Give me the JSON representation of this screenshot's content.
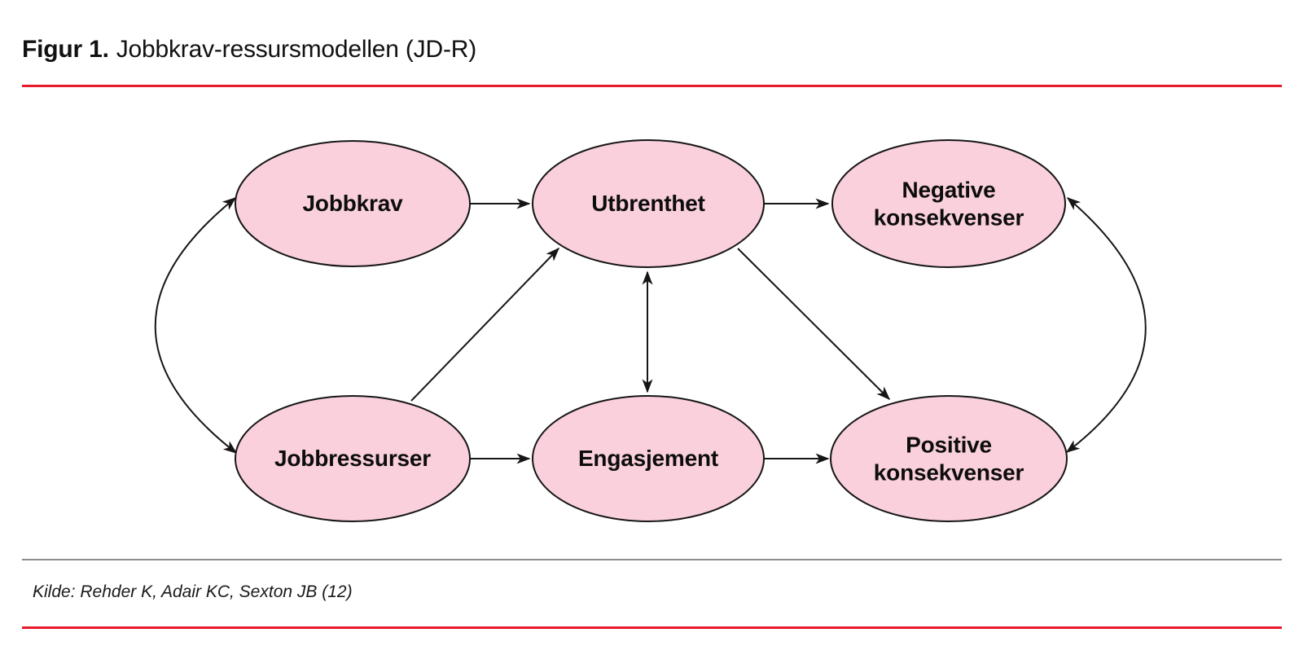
{
  "header": {
    "figure_label": "Figur 1.",
    "figure_title": "Jobbkrav-ressursmodellen (JD-R)"
  },
  "footer": {
    "source": "Kilde: Rehder K, Adair KC, Sexton JB (12)"
  },
  "colors": {
    "node_fill": "#f9d0dc",
    "node_stroke": "#161616",
    "arrow": "#161616",
    "accent_red": "#e8192b",
    "divider_gray": "#8c8c8c",
    "text": "#0d0d0d"
  },
  "diagram": {
    "type": "diagram",
    "nodes": [
      {
        "id": "jobbkrav",
        "label": "Jobbkrav"
      },
      {
        "id": "utbrenthet",
        "label": "Utbrenthet"
      },
      {
        "id": "negative-konsekvenser",
        "label": "Negative konsekvenser"
      },
      {
        "id": "jobbressurser",
        "label": "Jobbressurser"
      },
      {
        "id": "engasjement",
        "label": "Engasjement"
      },
      {
        "id": "positive-konsekvenser",
        "label": "Positive konsekvenser"
      }
    ],
    "edges": [
      {
        "from": "jobbkrav",
        "to": "utbrenthet",
        "bidirectional": false,
        "shape": "straight"
      },
      {
        "from": "utbrenthet",
        "to": "negative-konsekvenser",
        "bidirectional": false,
        "shape": "straight"
      },
      {
        "from": "jobbressurser",
        "to": "engasjement",
        "bidirectional": false,
        "shape": "straight"
      },
      {
        "from": "engasjement",
        "to": "positive-konsekvenser",
        "bidirectional": false,
        "shape": "straight"
      },
      {
        "from": "jobbressurser",
        "to": "utbrenthet",
        "bidirectional": false,
        "shape": "straight"
      },
      {
        "from": "utbrenthet",
        "to": "positive-konsekvenser",
        "bidirectional": false,
        "shape": "straight"
      },
      {
        "from": "utbrenthet",
        "to": "engasjement",
        "bidirectional": true,
        "shape": "straight"
      },
      {
        "from": "jobbkrav",
        "to": "jobbressurser",
        "bidirectional": true,
        "shape": "curved"
      },
      {
        "from": "negative-konsekvenser",
        "to": "positive-konsekvenser",
        "bidirectional": true,
        "shape": "curved"
      }
    ]
  }
}
